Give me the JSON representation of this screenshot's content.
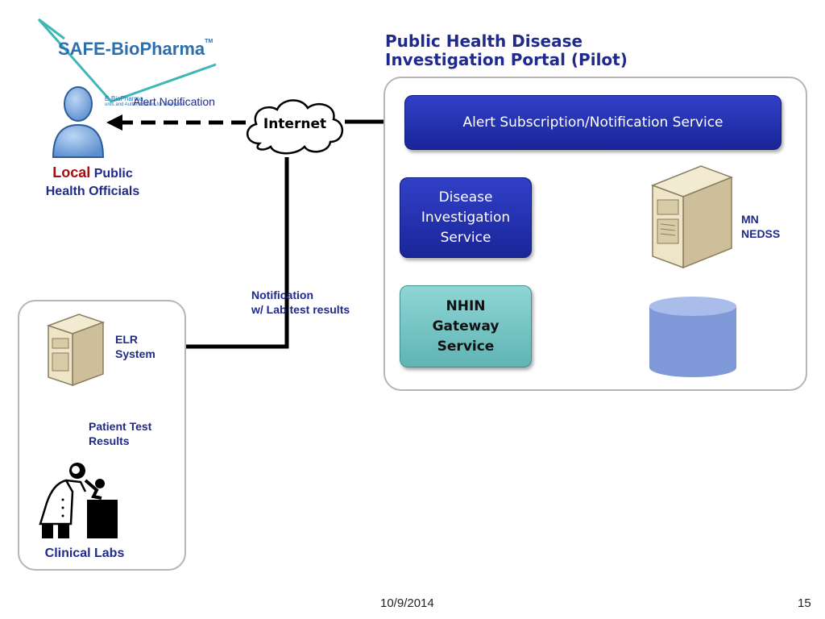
{
  "logo": {
    "brand": "SAFE-BioPharma",
    "tm": "TM",
    "tagline_line1": "E-BioPharma",
    "tagline_line2": "ures and Authentication for Everyone"
  },
  "portal": {
    "title_line1": "Public Health Disease",
    "title_line2": "Investigation Portal (Pilot)"
  },
  "services": {
    "alert": "Alert Subscription/Notification Service",
    "disease": [
      "Disease",
      "Investigation",
      "Service"
    ],
    "nhin": [
      "NHIN",
      "Gateway",
      "Service"
    ]
  },
  "mn_nedss": [
    "MN",
    "NEDSS"
  ],
  "internet": "Internet",
  "alert_notification": "Alert Notification",
  "local_officials": {
    "local": "Local",
    "rest_line1": "Public",
    "line2": "Health Officials"
  },
  "notification": [
    "Notification",
    "w/ Lab test results"
  ],
  "elr": [
    "ELR",
    "System"
  ],
  "patient_results": [
    "Patient Test",
    "Results"
  ],
  "clinical_labs": "Clinical Labs",
  "footer": {
    "date": "10/9/2014",
    "page": "15"
  },
  "colors": {
    "navy": "#1f2a8a",
    "service_blue": "#2432b0",
    "teal": "#72c4c4",
    "local_red": "#a01010",
    "db_blue": "#7f98d8"
  }
}
